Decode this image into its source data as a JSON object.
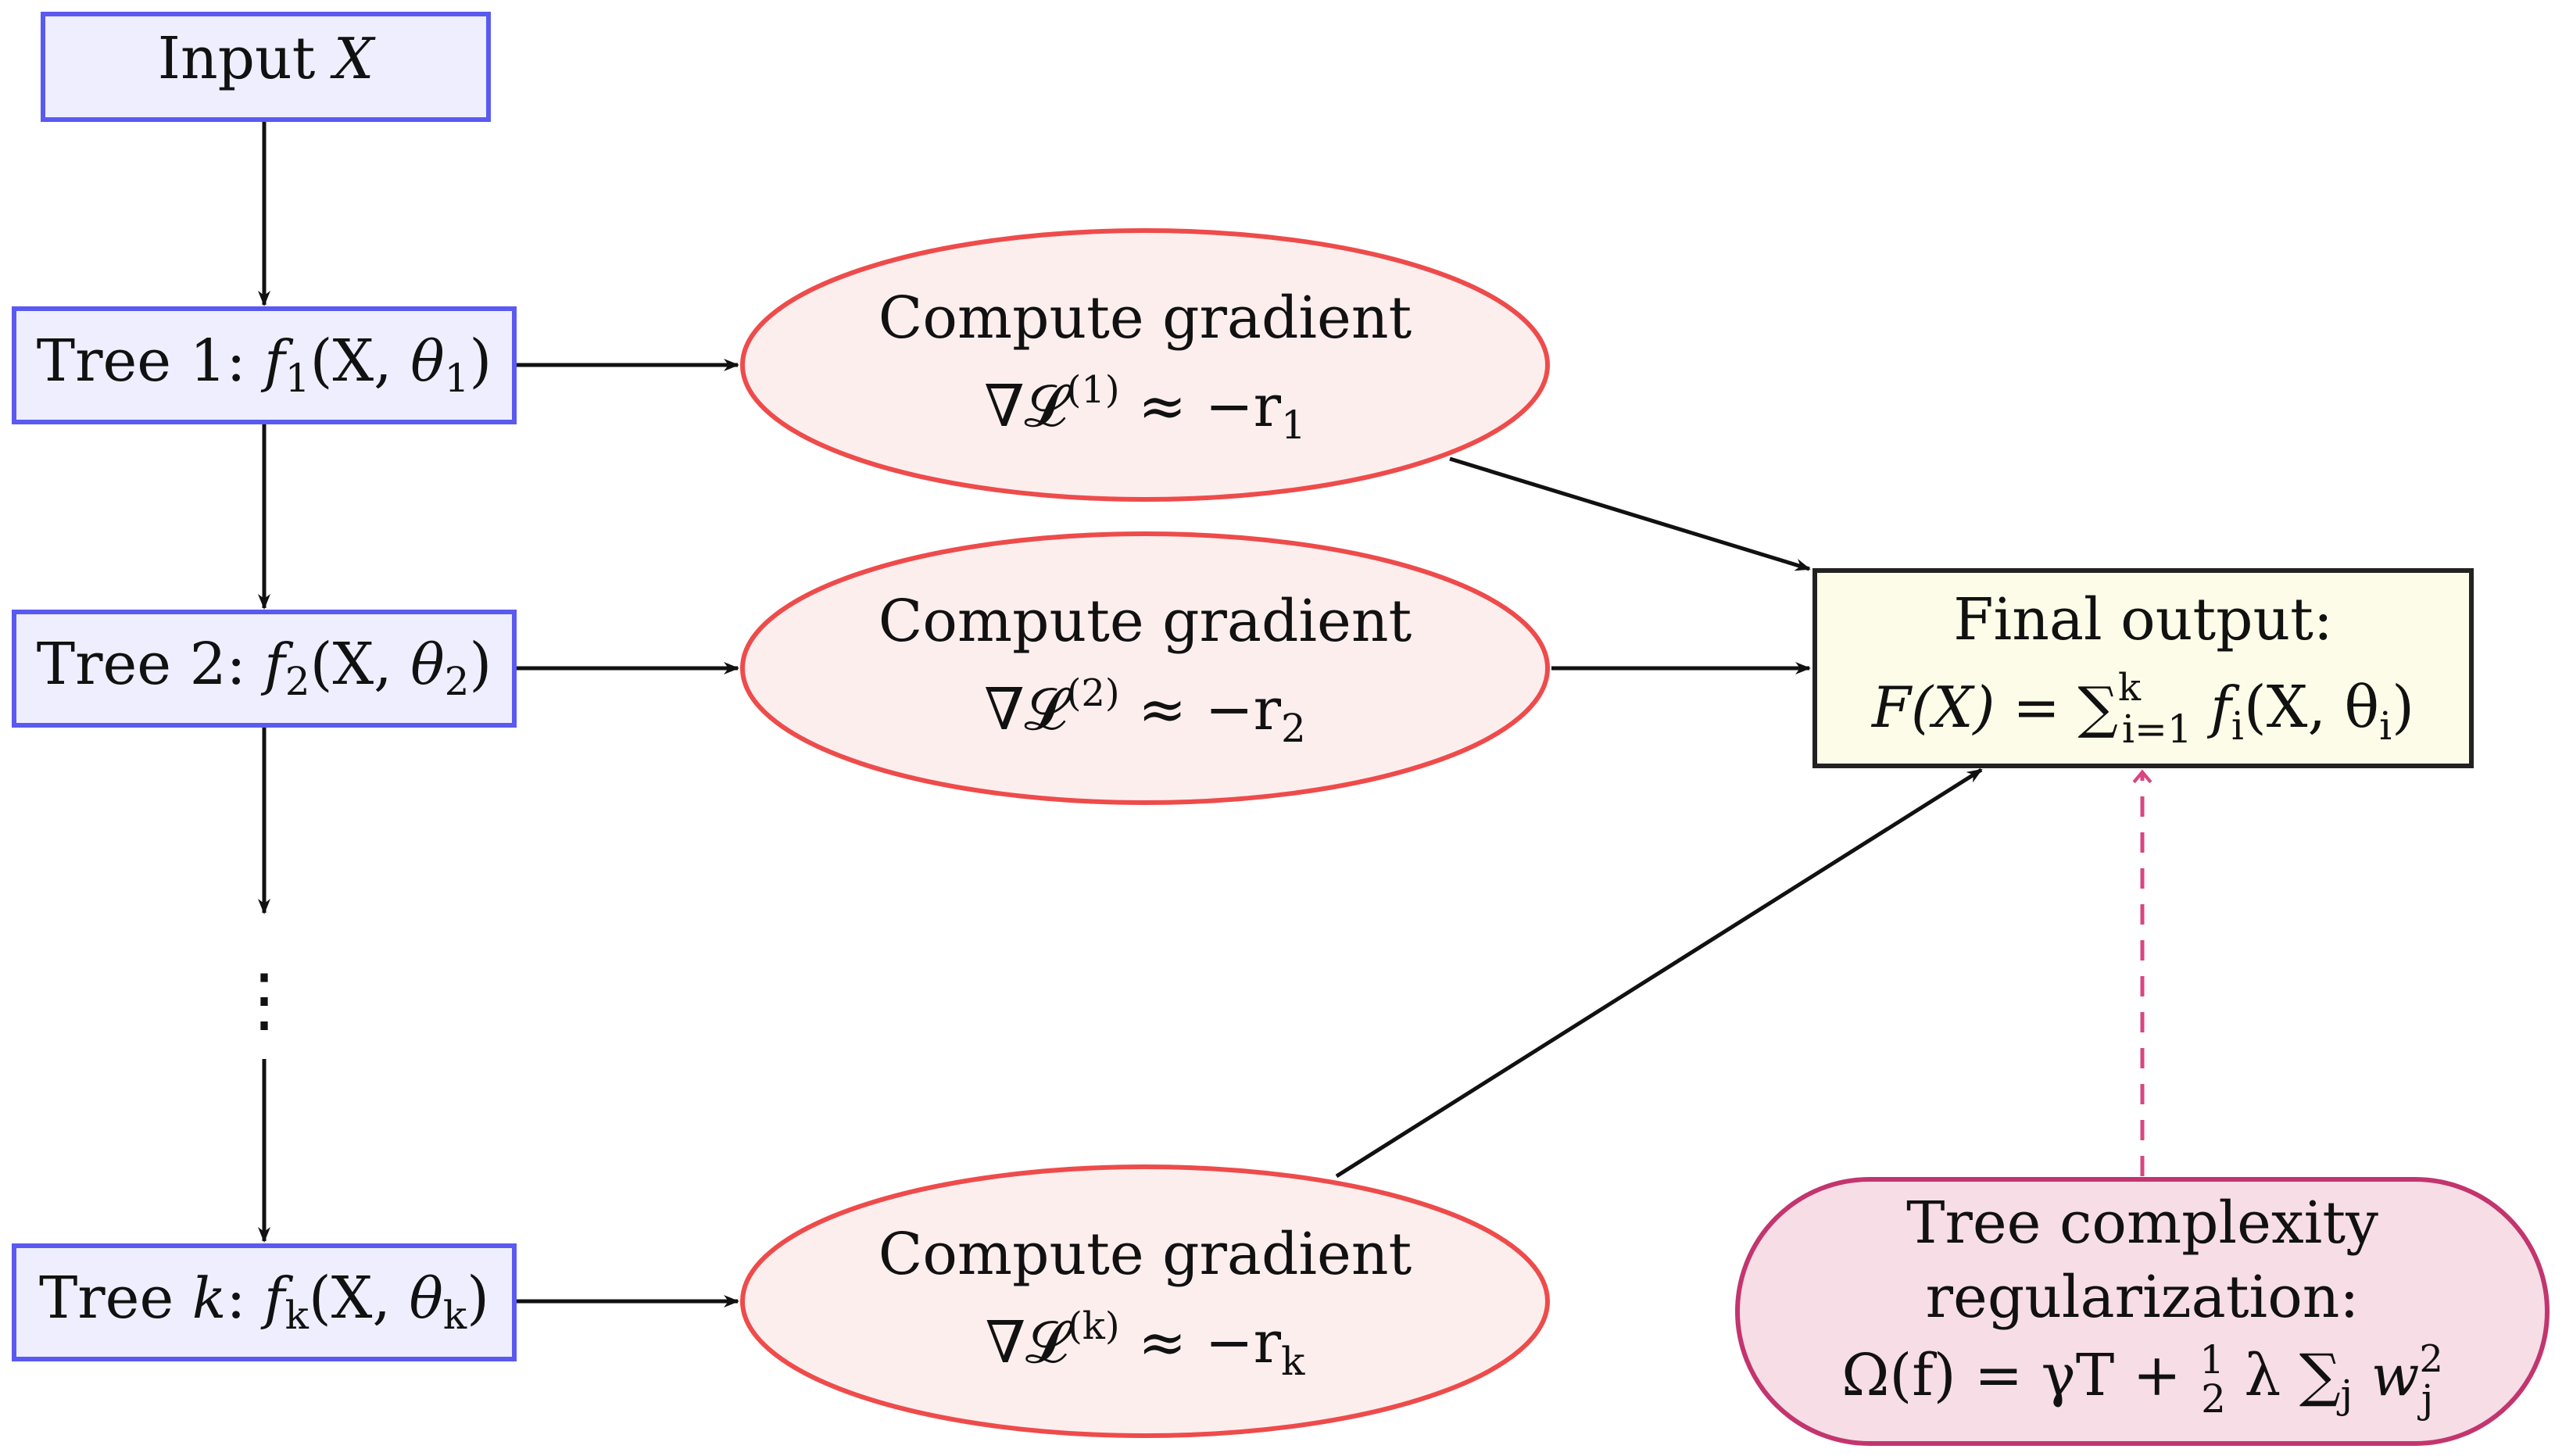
{
  "colors": {
    "tree_fill": "#eeeeff",
    "tree_stroke": "#5a5af0",
    "grad_fill": "#fdeeee",
    "grad_stroke": "#ee4b4b",
    "output_fill": "#fcfce8",
    "output_stroke": "#222222",
    "reg_fill": "#f6dde6",
    "reg_stroke": "#c2356f",
    "dashed_arrow": "#d9467f",
    "arrow": "#111111"
  },
  "input": {
    "label": "Input",
    "var": "X"
  },
  "trees": [
    {
      "prefix": "Tree 1:",
      "func": "f",
      "sub": "1",
      "arg": "X,",
      "theta": "θ",
      "theta_sub": "1"
    },
    {
      "prefix": "Tree 2:",
      "func": "f",
      "sub": "2",
      "arg": "X,",
      "theta": "θ",
      "theta_sub": "2"
    },
    {
      "prefix": "Tree",
      "prefix_var": "k",
      "prefix_colon": ":",
      "func": "f",
      "sub": "k",
      "arg": "X,",
      "theta": "θ",
      "theta_sub": "k"
    }
  ],
  "ellipsis": "⋮",
  "gradients": [
    {
      "title": "Compute gradient",
      "nabla": "∇𝓛",
      "sup": "(1)",
      "approx": "≈ −r",
      "sub": "1"
    },
    {
      "title": "Compute gradient",
      "nabla": "∇𝓛",
      "sup": "(2)",
      "approx": "≈ −r",
      "sub": "2"
    },
    {
      "title": "Compute gradient",
      "nabla": "∇𝓛",
      "sup": "(k)",
      "approx": "≈ −r",
      "sub": "k"
    }
  ],
  "output": {
    "title": "Final output:",
    "lhs": "F(X) = ∑",
    "sum_sup": "k",
    "sum_sub": "i=1",
    "rhs_f": "f",
    "rhs_sub": "i",
    "rhs_arg": "(X, θ",
    "rhs_theta_sub": "i",
    "rhs_close": ")"
  },
  "regularization": {
    "line1": "Tree complexity",
    "line2": "regularization:",
    "formula_a": "Ω(f) = γT +",
    "frac_num": "1",
    "frac_den": "2",
    "formula_b": "λ ∑",
    "sum_sub": "j",
    "formula_c": "w",
    "w_sup": "2",
    "w_sub": "j"
  }
}
